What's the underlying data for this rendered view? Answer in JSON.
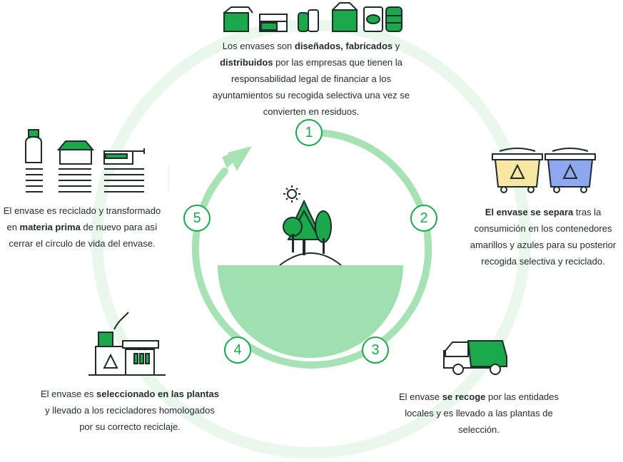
{
  "steps": [
    {
      "number": "1",
      "text_parts": [
        {
          "t": "Los envases son ",
          "b": false
        },
        {
          "t": "diseñados, fabricados",
          "b": true
        },
        {
          "t": " y ",
          "b": false
        },
        {
          "t": "distribuidos",
          "b": true
        },
        {
          "t": " por las empresas que tienen la responsabilidad legal de financiar a los ayuntamientos su recogida selectiva una vez se convierten en residuos.",
          "b": false
        }
      ]
    },
    {
      "number": "2",
      "text_parts": [
        {
          "t": "El envase se separa",
          "b": true
        },
        {
          "t": " tras la consumición en los contenedores amarillos y azules para su posterior recogida selectiva y reciclado.",
          "b": false
        }
      ]
    },
    {
      "number": "3",
      "text_parts": [
        {
          "t": "El envase ",
          "b": false
        },
        {
          "t": "se recoge",
          "b": true
        },
        {
          "t": " por las entidades locales y es llevado a las plantas de selección.",
          "b": false
        }
      ]
    },
    {
      "number": "4",
      "text_parts": [
        {
          "t": "El envase es ",
          "b": false
        },
        {
          "t": "seleccionado en las plantas",
          "b": true
        },
        {
          "t": " y llevado a los recicladores homologados por su correcto reciclaje.",
          "b": false
        }
      ]
    },
    {
      "number": "5",
      "text_parts": [
        {
          "t": "El envase es reciclado y transformado en ",
          "b": false
        },
        {
          "t": "materia prima",
          "b": true
        },
        {
          "t": " de nuevo para así cerrar el círculo de vida del envase.",
          "b": false
        }
      ]
    }
  ],
  "colors": {
    "accent": "#1aa84a",
    "ring_light": "#e8f6ea",
    "ring_mid": "#a6e2b3",
    "ground": "#9fdfb0",
    "dark": "#1f2b2a",
    "bin_yellow": "#f7e7a3",
    "bin_blue": "#8fa6f0"
  },
  "icons": {
    "step1": "packages-icon",
    "step2": "recycling-bins-icon",
    "step3": "garbage-truck-icon",
    "step4": "recycling-plant-icon",
    "step5": "raw-material-icon",
    "center": "trees-landscape-icon"
  }
}
